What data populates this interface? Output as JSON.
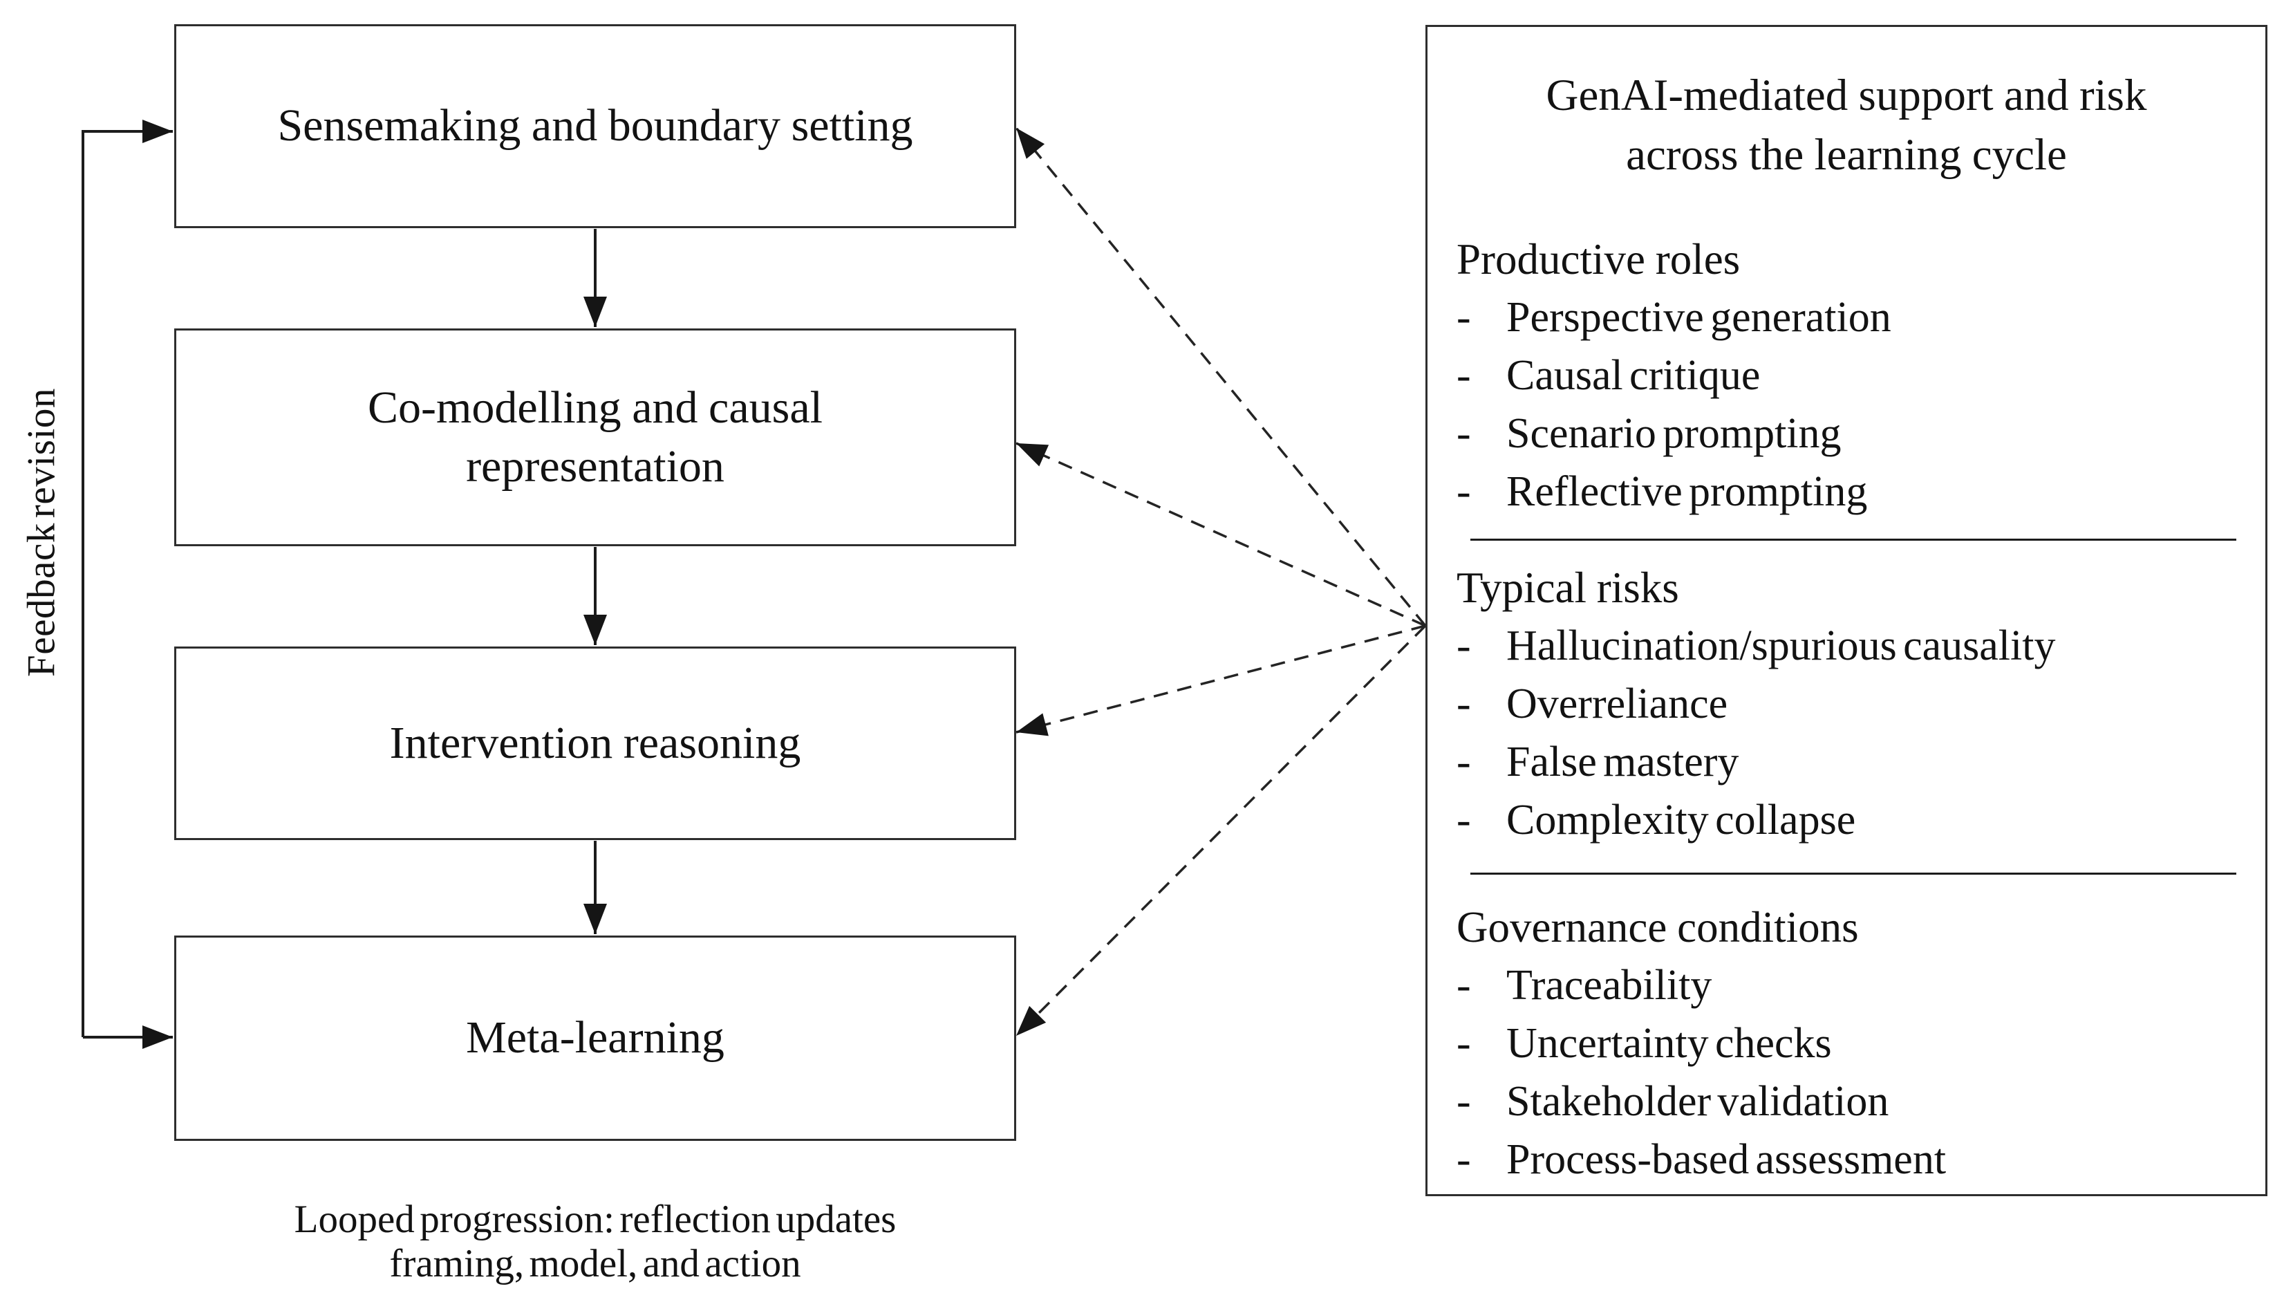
{
  "flow": {
    "boxes": [
      {
        "label": "Sensemaking and boundary setting"
      },
      {
        "label": "Co-modelling and causal representation"
      },
      {
        "label": "Intervention reasoning"
      },
      {
        "label": "Meta-learning"
      }
    ],
    "feedback_label": "Feedback revision",
    "caption_line1": "Looped progression: reflection updates",
    "caption_line2": "framing, model, and action"
  },
  "panel": {
    "title_line1": "GenAI-mediated support and risk",
    "title_line2": "across the learning cycle",
    "bullet": "-",
    "sections": [
      {
        "heading": "Productive roles",
        "items": [
          "Perspective generation",
          "Causal critique",
          "Scenario prompting",
          "Reflective prompting"
        ]
      },
      {
        "heading": "Typical risks",
        "items": [
          "Hallucination/spurious causality",
          "Overreliance",
          "False mastery",
          "Complexity collapse"
        ]
      },
      {
        "heading": "Governance conditions",
        "items": [
          "Traceability",
          "Uncertainty checks",
          "Stakeholder validation",
          "Process-based assessment"
        ]
      }
    ]
  },
  "colors": {
    "ink": "#141414",
    "line": "#1c1c1c",
    "border": "#2e2e2e",
    "background": "#ffffff"
  }
}
